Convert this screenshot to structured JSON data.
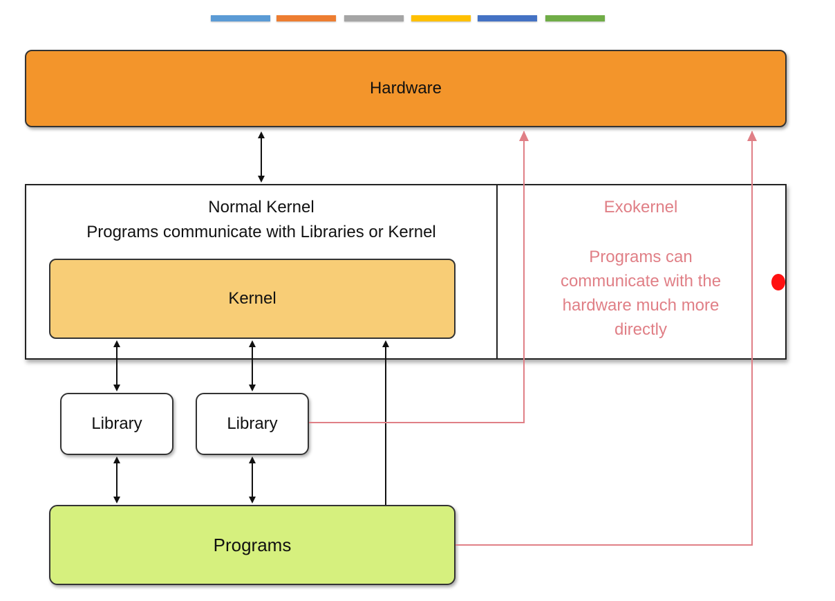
{
  "palette_bars": [
    {
      "color": "#5b9bd5"
    },
    {
      "color": "#ed7d31"
    },
    {
      "color": "#a5a5a5"
    },
    {
      "color": "#ffc000"
    },
    {
      "color": "#4472c4"
    },
    {
      "color": "#70ad47"
    }
  ],
  "hardware": {
    "label": "Hardware",
    "color": "#f3952b"
  },
  "normal_kernel": {
    "title_line1": "Normal Kernel",
    "title_line2": "Programs communicate with Libraries or Kernel"
  },
  "exokernel": {
    "title": "Exokernel",
    "desc_line1": "Programs can",
    "desc_line2": "communicate with the",
    "desc_line3": "hardware much more",
    "desc_line4": "directly",
    "color": "#e07f86"
  },
  "kernel": {
    "label": "Kernel",
    "color": "#f8cd76"
  },
  "libraries": [
    {
      "label": "Library"
    },
    {
      "label": "Library"
    }
  ],
  "programs": {
    "label": "Programs",
    "color": "#d6f07e"
  },
  "colors": {
    "arrow_black": "#111111",
    "arrow_pink": "#e07f86",
    "cursor": "#ff1010"
  }
}
